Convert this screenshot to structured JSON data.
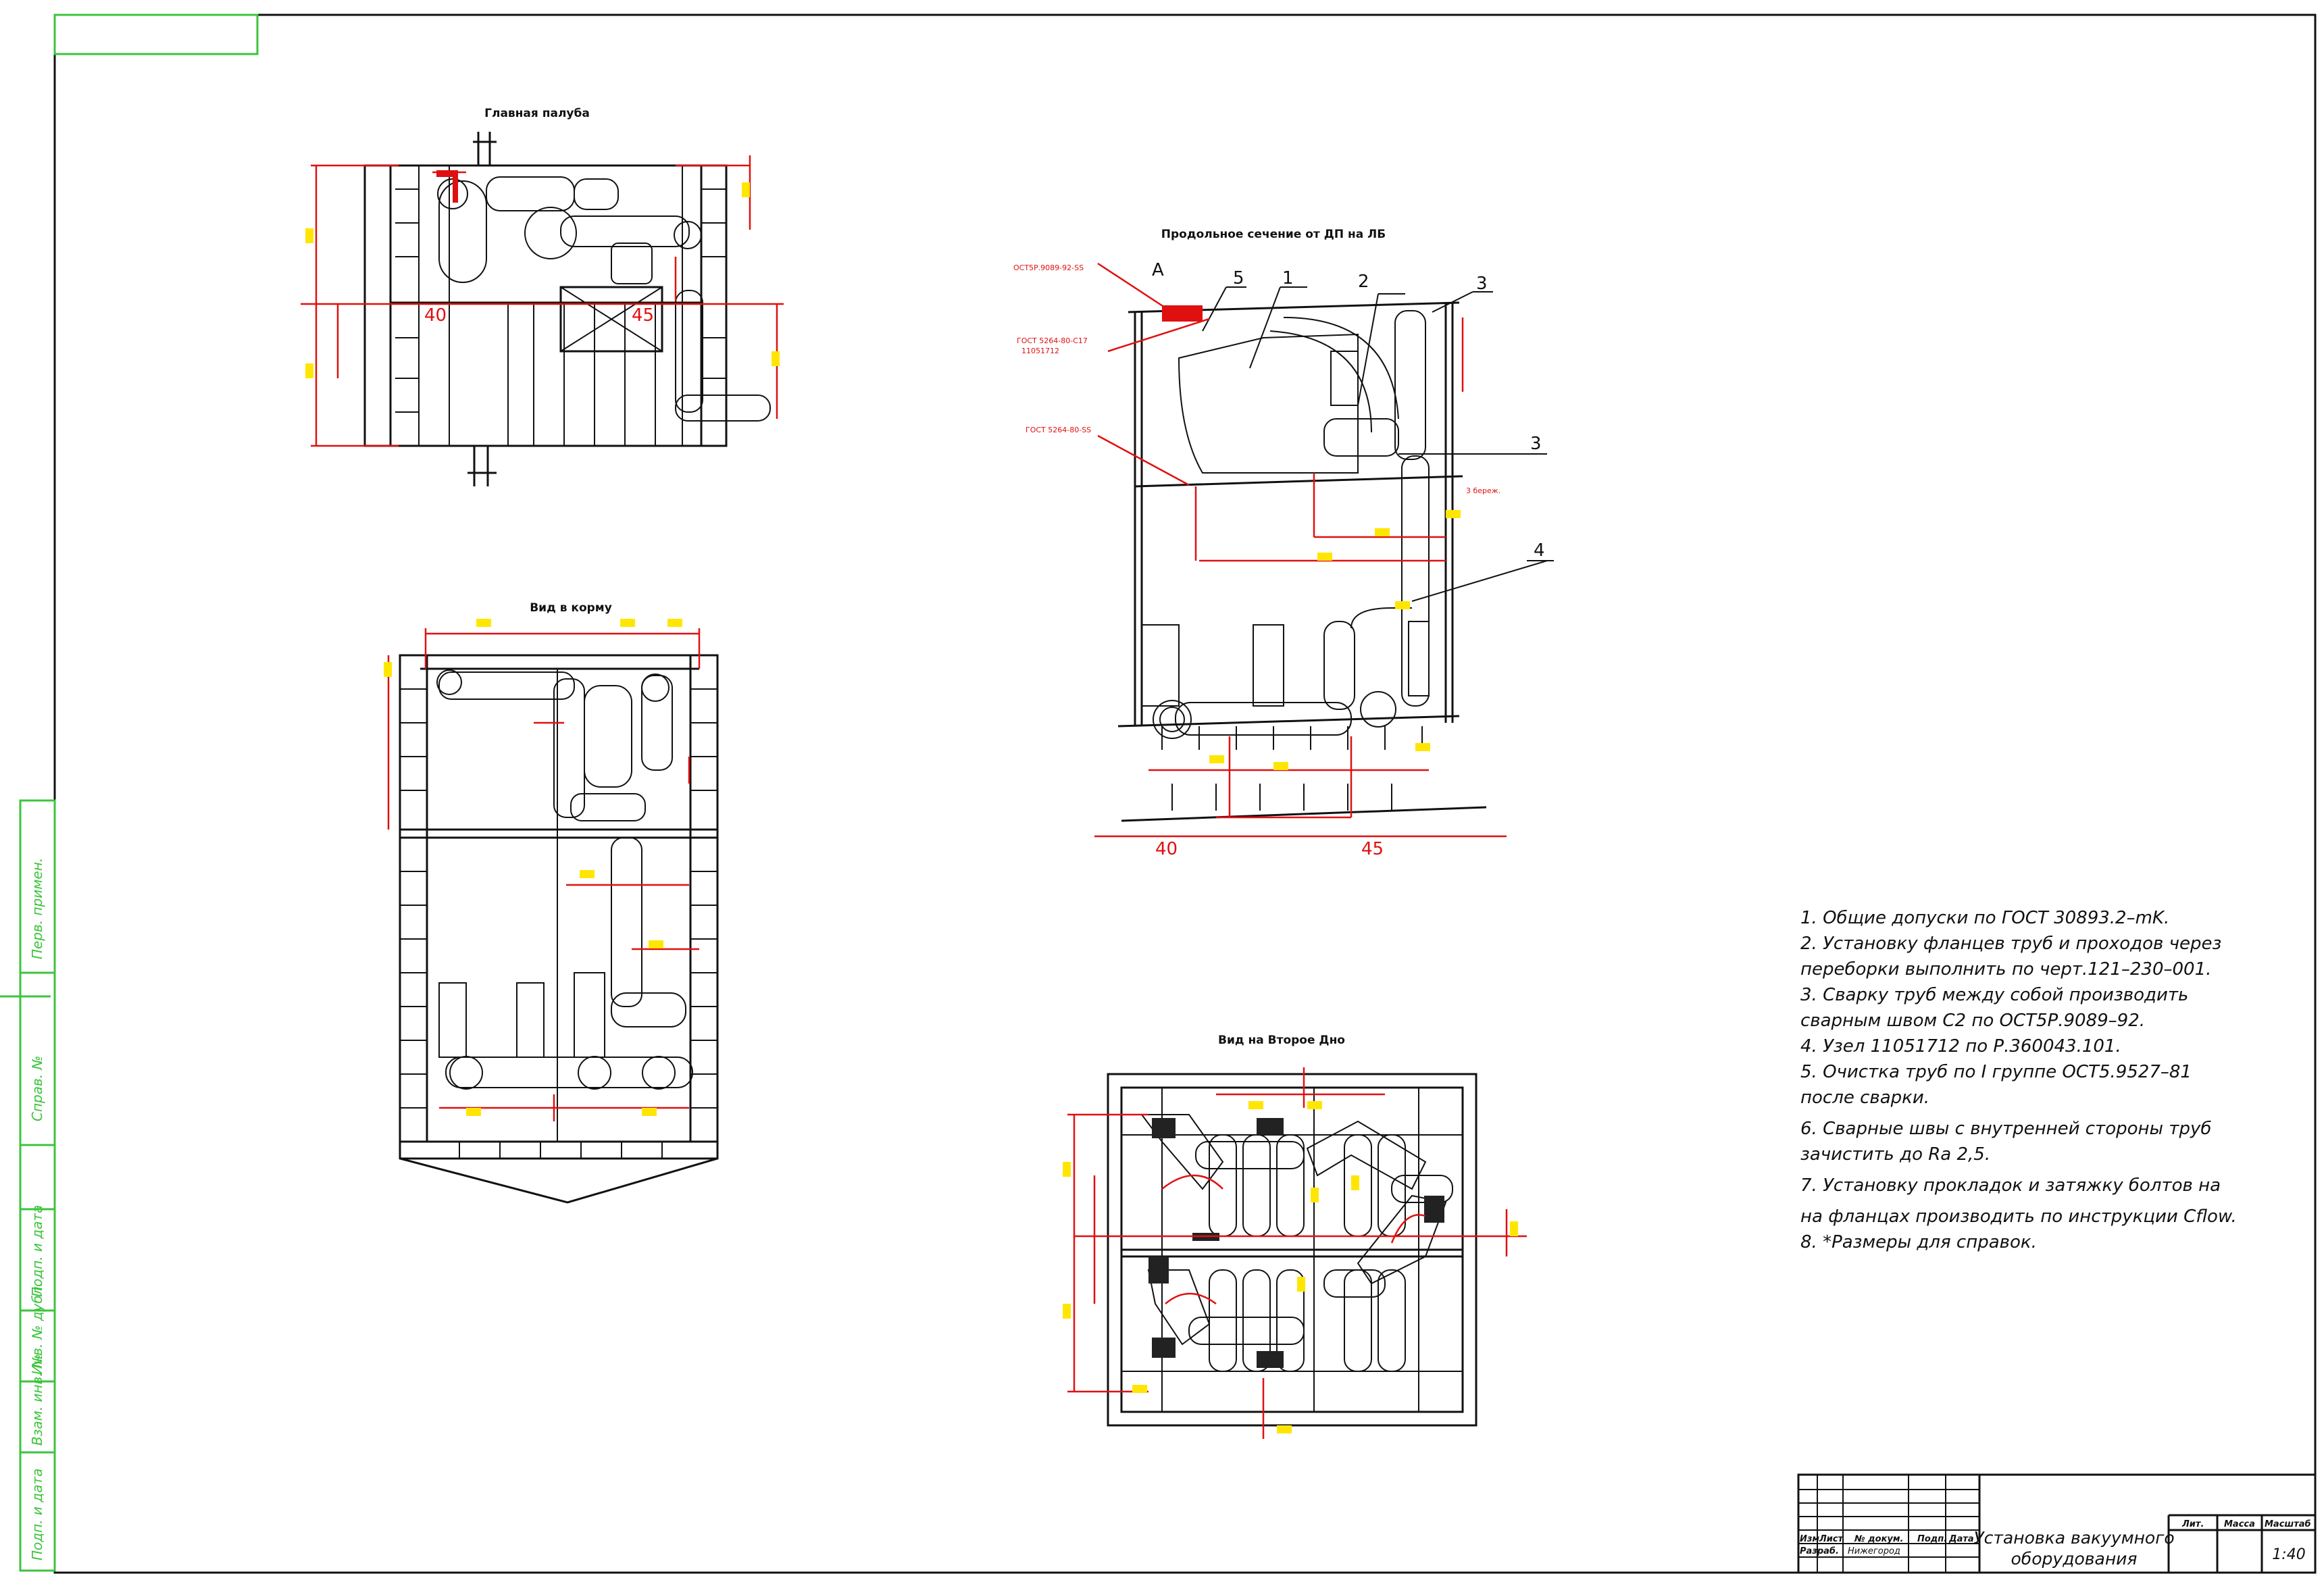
{
  "views": {
    "main_deck": "Главная палуба",
    "section": "Продольное сечение от ДП на ЛБ",
    "aft": "Вид в корму",
    "double_bottom": "Вид на Второе Дно"
  },
  "frames": {
    "f40": "40",
    "f45": "45"
  },
  "callouts": {
    "c1": "1",
    "c2": "2",
    "c3a": "3",
    "c3b": "3",
    "c4": "4",
    "c5": "5",
    "a": "А"
  },
  "refs": {
    "ost": "ОСТ5Р.9089-92-SS",
    "gost1": "ГОСТ 5264-80-С17",
    "gost1b": "11051712",
    "gost2": "ГОСТ 5264-80-SS",
    "weld": "3 береж."
  },
  "notes": [
    "1.  Общие допуски по ГОСТ 30893.2–mK.",
    "2.  Установку фланцев труб и проходов через",
    "переборки выполнить по черт.121–230–001.",
    " 3.  Сварку труб между собой производить",
    "сварным швом С2  по  ОСТ5Р.9089–92.",
    "4.  Узел 11051712  по  Р.360043.101.",
    "5.  Очистка труб по I группе ОСТ5.9527–81",
    "после сварки.",
    "6.  Сварные швы с внутренней стороны труб",
    "зачистить до Ra 2,5.",
    "7.  Установку прокладок и затяжку болтов на",
    "на фланцах производить по инструкции Cflow.",
    "8.  *Размеры для справок."
  ],
  "stamp": {
    "title_line1": "Установка вакуумного",
    "title_line2": "оборудования",
    "col_izm": "Изм",
    "col_list": "Лист",
    "col_doc": "№ докум.",
    "col_sign": "Подп.",
    "col_date": "Дата",
    "row_dev": "Разраб.",
    "dev_name": "Нижегород",
    "lit": "Лит.",
    "mass": "Масса",
    "scale_label": "Масштаб",
    "scale": "1:40"
  },
  "side_stamp": {
    "s1": "Перв. примен.",
    "s2": "Справ. №",
    "s3": "Подп. и дата",
    "s4": "Инв. № дубл.",
    "s5": "Взам. инв. №",
    "s6": "Подп. и дата"
  },
  "colors": {
    "line": "#111111",
    "dimension": "#e01010",
    "highlight": "#ffe600",
    "frame": "#3cc43c"
  }
}
